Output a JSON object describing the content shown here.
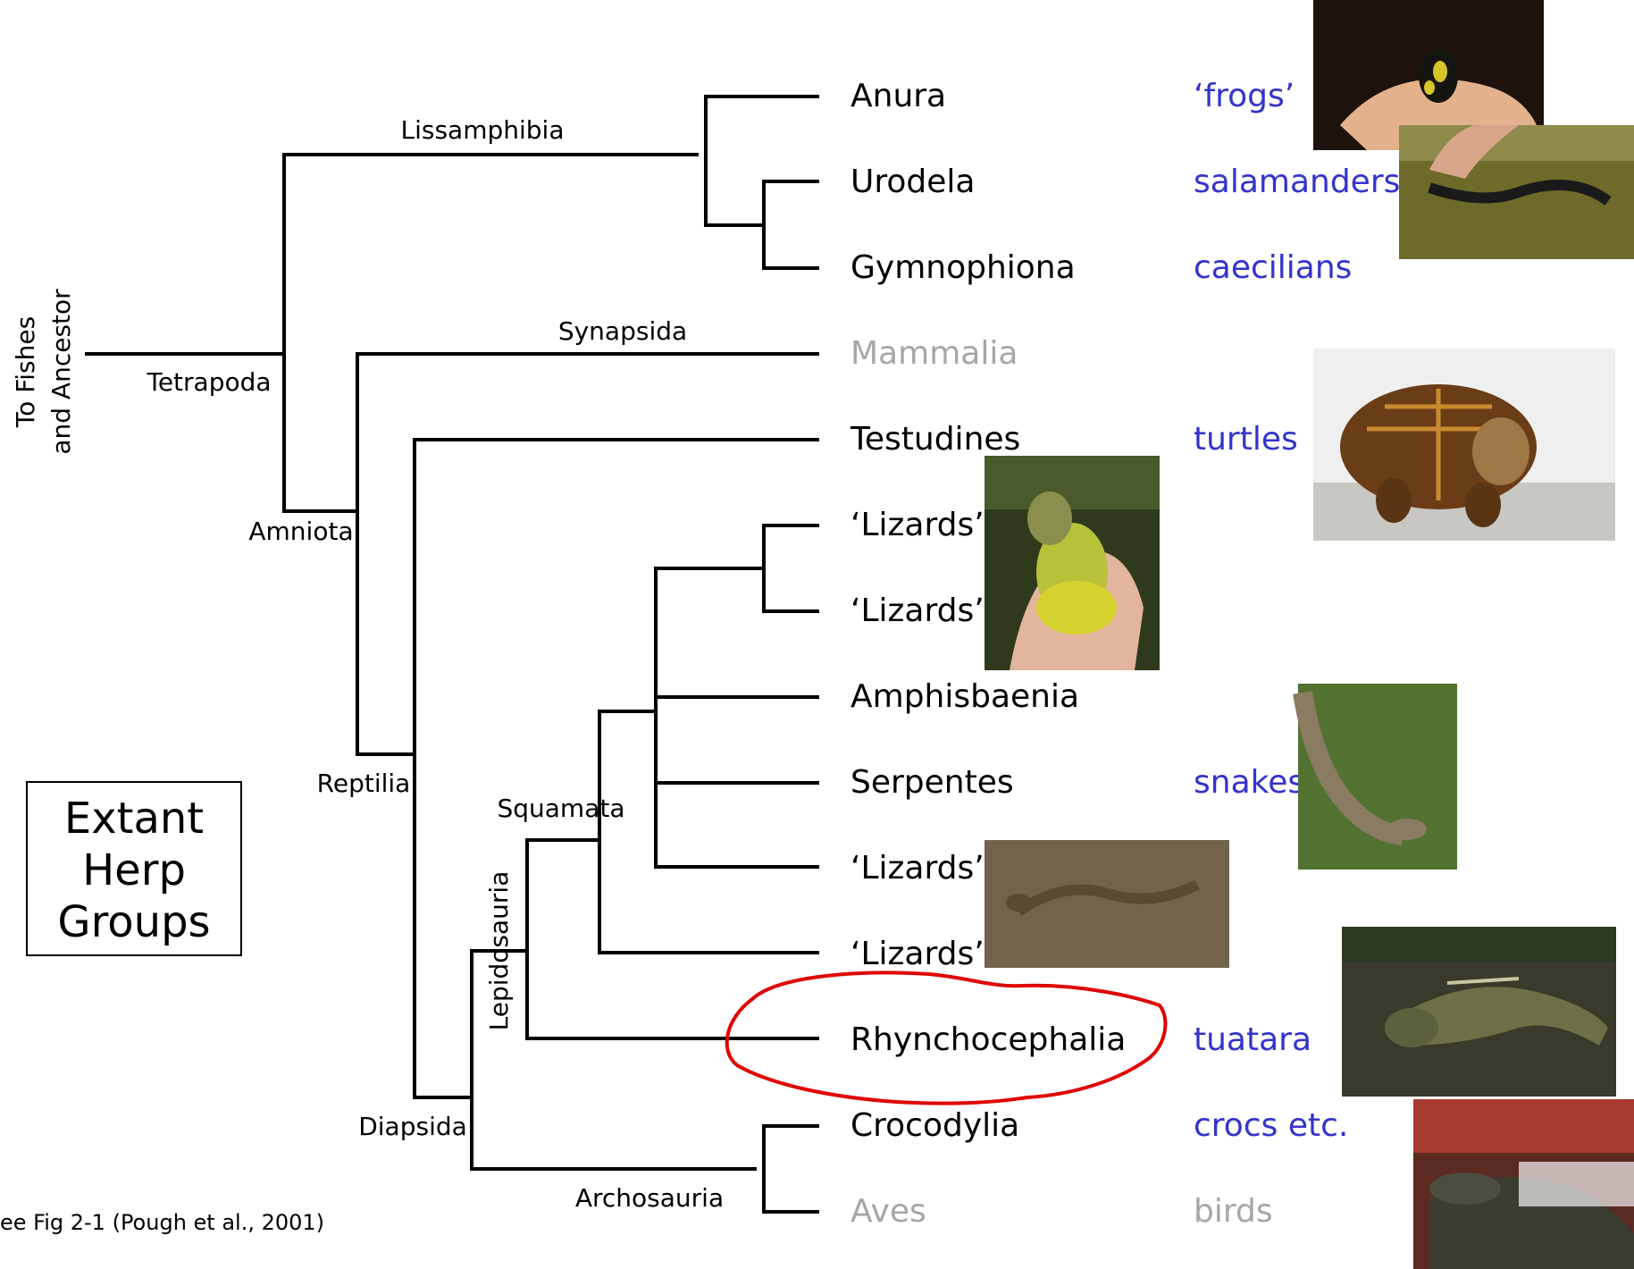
{
  "clade_labels": {
    "lissamphibia": "Lissamphibia",
    "synapsida": "Synapsida",
    "tetrapoda": "Tetrapoda",
    "amniota": "Amniota",
    "reptilia": "Reptilia",
    "squamata": "Squamata",
    "lepidosauria": "Lepidosauria",
    "diapsida": "Diapsida",
    "archosauria": "Archosauria"
  },
  "root_label_line1": "To Fishes",
  "root_label_line2": "and Ancestor",
  "taxa": [
    {
      "name": "Anura",
      "common": "‘frogs’",
      "grey": false
    },
    {
      "name": "Urodela",
      "common": "salamanders",
      "grey": false
    },
    {
      "name": "Gymnophiona",
      "common": "caecilians",
      "grey": false
    },
    {
      "name": "Mammalia",
      "common": "",
      "grey": true
    },
    {
      "name": "Testudines",
      "common": "turtles",
      "grey": false
    },
    {
      "name": "‘Lizards’",
      "common": "",
      "grey": false
    },
    {
      "name": "‘Lizards’",
      "common": "",
      "grey": false
    },
    {
      "name": "Amphisbaenia",
      "common": "",
      "grey": false
    },
    {
      "name": "Serpentes",
      "common": "snakes",
      "grey": false
    },
    {
      "name": "‘Lizards’",
      "common": "",
      "grey": false
    },
    {
      "name": "‘Lizards’",
      "common": "",
      "grey": false
    },
    {
      "name": "Rhynchocephalia",
      "common": "tuatara",
      "grey": false
    },
    {
      "name": "Crocodylia",
      "common": "crocs etc.",
      "grey": false
    },
    {
      "name": "Aves",
      "common": "birds",
      "grey": true
    }
  ],
  "box": {
    "line1": "Extant",
    "line2": "Herp",
    "line3": "Groups"
  },
  "citation": "ee Fig 2-1 (Pough et al., 2001)",
  "highlight": {
    "taxon": "Rhynchocephalia",
    "color": "#e00000"
  },
  "colors": {
    "common_name": "#3333cc",
    "greyed": "#a6a6a6",
    "highlight": "#e00000"
  },
  "photos": [
    {
      "name": "frog-photo",
      "subject": "frog held in hand"
    },
    {
      "name": "salamander-photo",
      "subject": "salamander on moss"
    },
    {
      "name": "turtle-photo",
      "subject": "box turtle"
    },
    {
      "name": "lizard-photo-1",
      "subject": "collared lizard"
    },
    {
      "name": "snake-photo",
      "subject": "snake on grass"
    },
    {
      "name": "lizard-photo-2",
      "subject": "lizard on ground"
    },
    {
      "name": "tuatara-photo",
      "subject": "tuatara"
    },
    {
      "name": "crocodile-photo",
      "subject": "young crocodile held"
    }
  ]
}
